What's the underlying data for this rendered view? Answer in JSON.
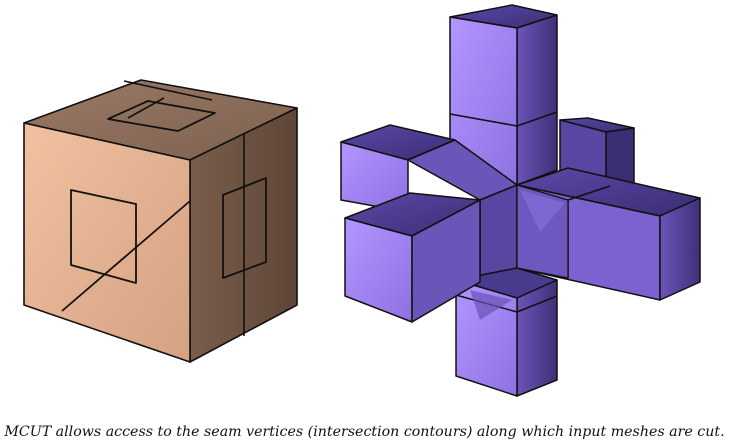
{
  "caption": "MCUT allows access to the seam vertices (intersection contours) along which input meshes are cut.",
  "colors": {
    "cube_front_light": "#f1c1a0",
    "cube_front_dark": "#cf9c7c",
    "cube_top": "#8e6e5a",
    "cube_side": "#6a5142",
    "purple_light": "#a98af5",
    "purple_mid": "#7f63cf",
    "purple_dark": "#4c3b8c",
    "edge": "#111111"
  },
  "figure": {
    "left_object": "cube-with-seam-contours",
    "right_object": "cross-of-cubes-mesh"
  }
}
